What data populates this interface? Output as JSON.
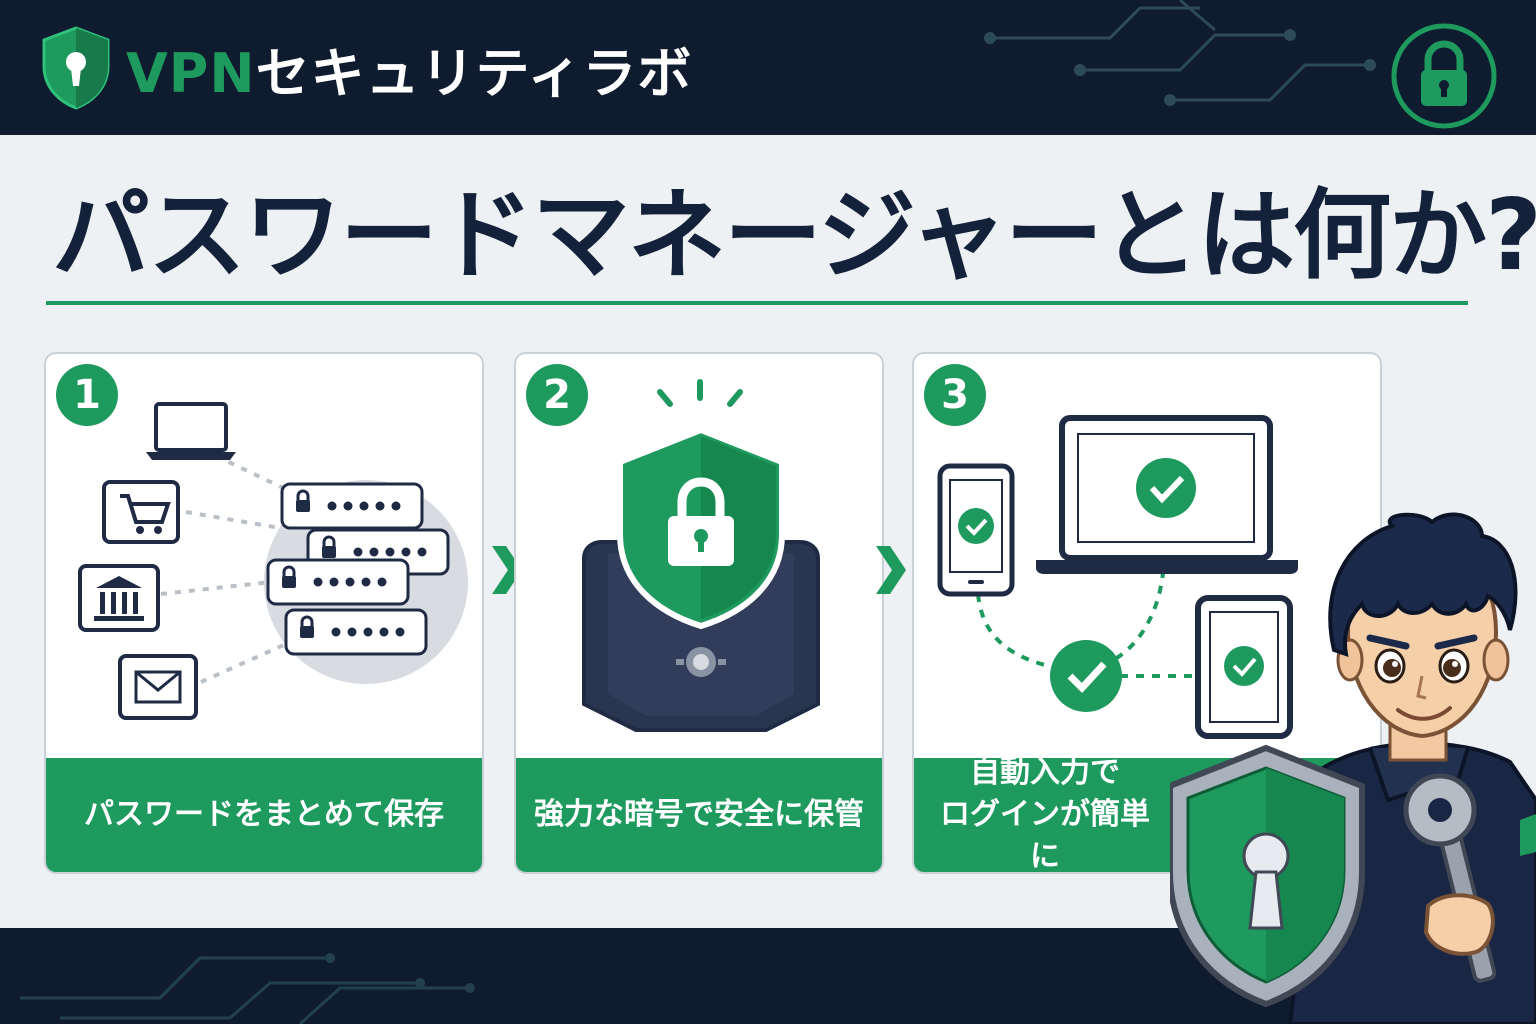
{
  "header": {
    "brand_prefix": "VPN",
    "brand_suffix": "セキュリティラボ",
    "logo_icon": "shield-keyhole-icon",
    "badge_icon": "padlock-icon"
  },
  "title": "パスワードマネージャーとは何か?",
  "steps": [
    {
      "number": "1",
      "caption": "パスワードをまとめて保存",
      "icons": [
        "laptop-icon",
        "cart-icon",
        "bank-icon",
        "mail-icon",
        "password-field-icon"
      ]
    },
    {
      "number": "2",
      "caption": "強力な暗号で安全に保管",
      "icons": [
        "shield-lock-icon",
        "vault-icon"
      ]
    },
    {
      "number": "3",
      "caption_line1": "自動入力で",
      "caption_line2": "ログインが簡単に",
      "icons": [
        "smartphone-check-icon",
        "laptop-check-icon",
        "tablet-check-icon",
        "sync-check-icon"
      ]
    }
  ],
  "colors": {
    "accent": "#1e9a5f",
    "navy": "#14213a",
    "header_bg": "#0f1b2e",
    "card_border": "#c9d0d6"
  },
  "mascot_icon": "mascot-with-shield-and-key"
}
